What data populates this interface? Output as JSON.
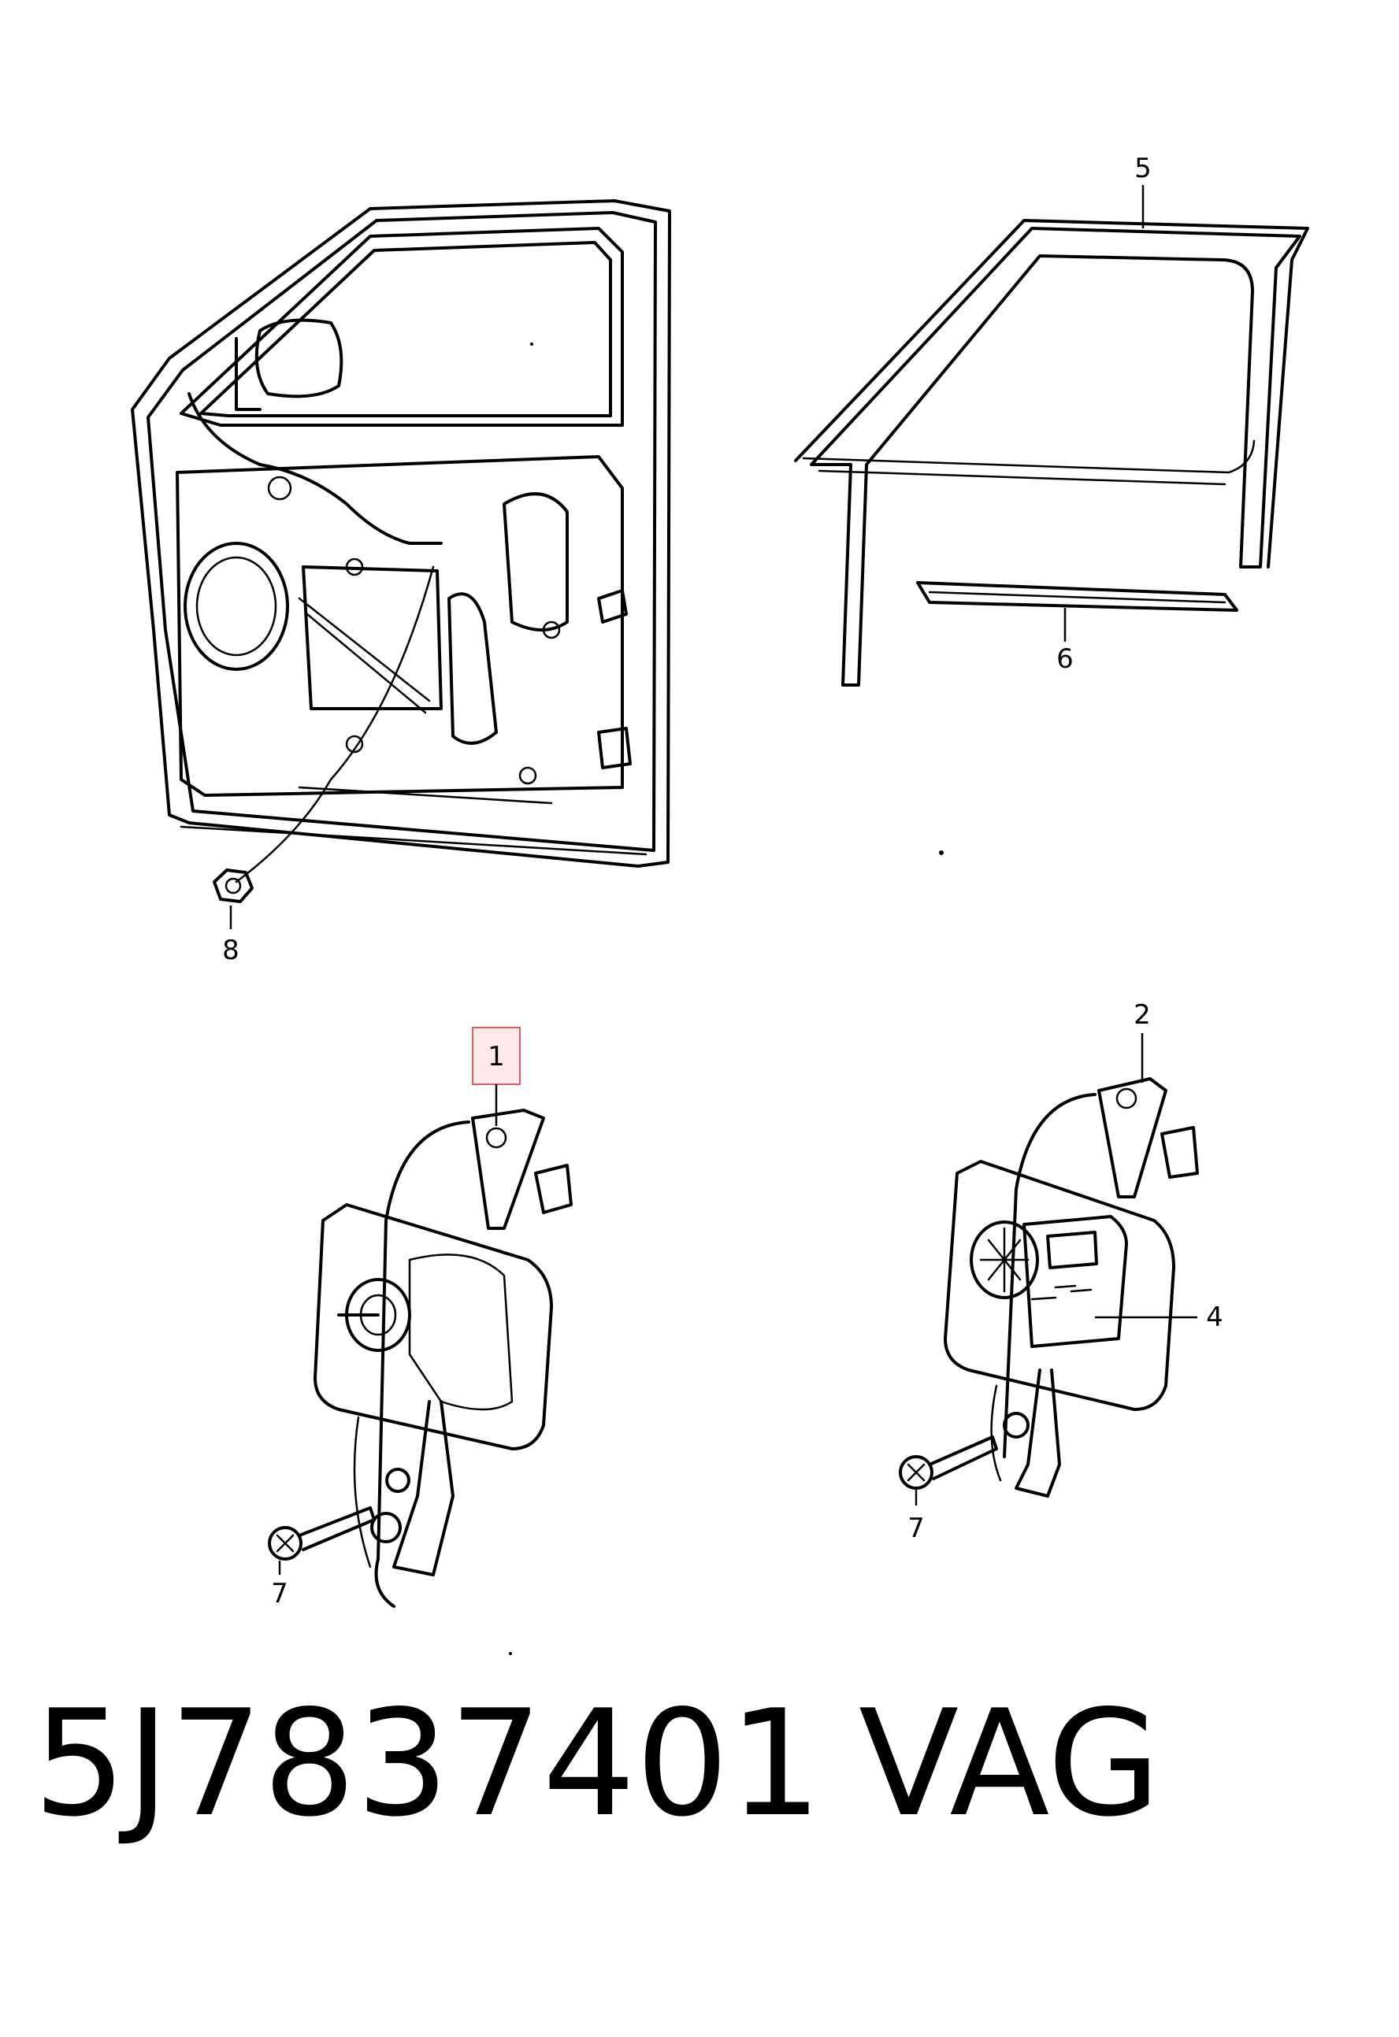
{
  "callouts": {
    "c1": "1",
    "c2": "2",
    "c4": "4",
    "c5": "5",
    "c6": "6",
    "c7a": "7",
    "c7b": "7",
    "c8": "8"
  },
  "highlighted_callout": "1",
  "colors": {
    "highlight_fill": "#fde8ea",
    "highlight_stroke": "#e05a66",
    "ink": "#000000"
  },
  "footer": {
    "part_number": "5J7837401",
    "brand": "VAG"
  }
}
